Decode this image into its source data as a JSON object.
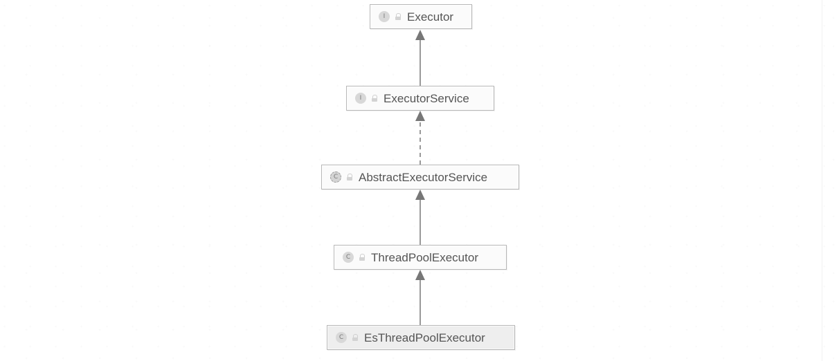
{
  "diagram": {
    "nodes": [
      {
        "id": "executor",
        "type_badge": "I",
        "kind": "interface",
        "label": "Executor"
      },
      {
        "id": "executor-service",
        "type_badge": "I",
        "kind": "interface",
        "label": "ExecutorService"
      },
      {
        "id": "abstract-executor-service",
        "type_badge": "C",
        "kind": "abstract-class",
        "label": "AbstractExecutorService"
      },
      {
        "id": "thread-pool-executor",
        "type_badge": "C",
        "kind": "class",
        "label": "ThreadPoolExecutor"
      },
      {
        "id": "es-thread-pool-executor",
        "type_badge": "C",
        "kind": "class",
        "label": "EsThreadPoolExecutor",
        "highlighted": true
      }
    ],
    "relations": [
      {
        "from": "executor-service",
        "to": "executor",
        "kind": "extends"
      },
      {
        "from": "abstract-executor-service",
        "to": "executor-service",
        "kind": "implements"
      },
      {
        "from": "thread-pool-executor",
        "to": "abstract-executor-service",
        "kind": "extends"
      },
      {
        "from": "es-thread-pool-executor",
        "to": "thread-pool-executor",
        "kind": "extends"
      }
    ],
    "icons": {
      "type_badge": "class-type-badge-icon",
      "access": "lock-icon"
    },
    "colors": {
      "node_border": "#b8b8b8",
      "node_fill": "#fbfbfb",
      "highlighted_node_fill": "#eeeeee",
      "text": "#555555",
      "arrow": "#777777"
    }
  }
}
